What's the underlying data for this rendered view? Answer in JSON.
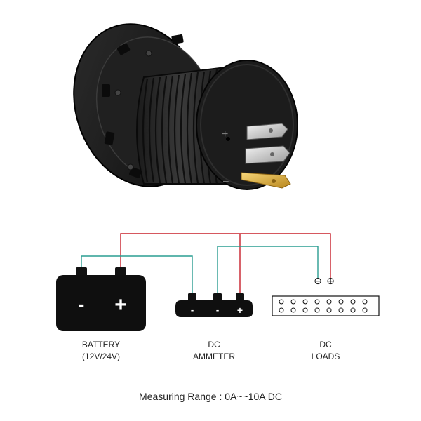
{
  "components": {
    "battery": {
      "label_line1": "BATTERY",
      "label_line2": "(12V/24V)",
      "minus_symbol": "-",
      "plus_symbol": "+"
    },
    "ammeter": {
      "label_line1": "DC",
      "label_line2": "AMMETER",
      "pin_symbols": [
        "-",
        "-",
        "+"
      ]
    },
    "loads": {
      "label_line1": "DC",
      "label_line2": "LOADS",
      "terminal_minus": "⊖",
      "terminal_plus": "⊕"
    }
  },
  "product": {
    "terminal_plus_mark": "+",
    "terminal_minus_mark": "–",
    "icon": "panel-socket-photo"
  },
  "wire_colors": {
    "positive": "#c8202a",
    "negative": "#2a9d92"
  },
  "caption": "Measuring Range : 0A~~10A DC"
}
